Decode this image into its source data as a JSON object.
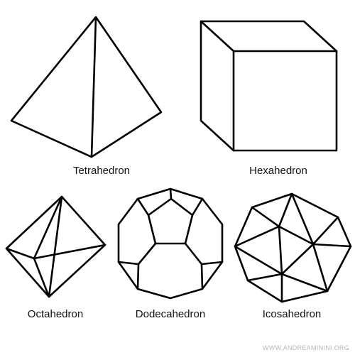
{
  "figure": {
    "solids": [
      {
        "id": "tetrahedron",
        "label": "Tetrahedron"
      },
      {
        "id": "hexahedron",
        "label": "Hexahedron"
      },
      {
        "id": "octahedron",
        "label": "Octahedron"
      },
      {
        "id": "dodecahedron",
        "label": "Dodecahedron"
      },
      {
        "id": "icosahedron",
        "label": "Icosahedron"
      }
    ],
    "watermark": "WWW.ANDREAMININI.ORG"
  }
}
